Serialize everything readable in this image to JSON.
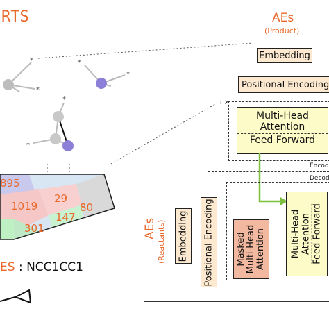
{
  "top_left_title": "RTS",
  "ae_product": {
    "title": "AEs",
    "subtitle": "(Product)"
  },
  "encoder": {
    "embedding": "Embedding",
    "positional_encoding": "Positional Encoding",
    "repeat": "n×",
    "mha_line1": "Multi-Head",
    "mha_line2": "Attention",
    "feed_forward": "Feed Forward",
    "encoder_label": "Encod",
    "decoder_label": "Decod"
  },
  "ae_reactants": {
    "title": "AEs",
    "subtitle": "(Reactants)"
  },
  "decoder": {
    "embedding": "Embedding",
    "positional_encoding": "Positional Encoding",
    "masked_line1": "Masked",
    "masked_line2": "Multi-Head",
    "masked_line3": "Attention",
    "mha_line1": "Multi-Head",
    "mha_line2": "Attention",
    "feed_forward": "Feed Forward"
  },
  "regions": [
    "895",
    "1019",
    "29",
    "80",
    "147",
    "301"
  ],
  "smiles": {
    "prefix": "ES",
    "separator": ":",
    "value": "NCC1CC1"
  },
  "colors": {
    "accent": "#e8692a",
    "box_fill": "#fde9cf",
    "yellow_fill": "#fdfbc8",
    "salmon_fill": "#f2b9a0",
    "arrow": "#7fbf3f"
  }
}
